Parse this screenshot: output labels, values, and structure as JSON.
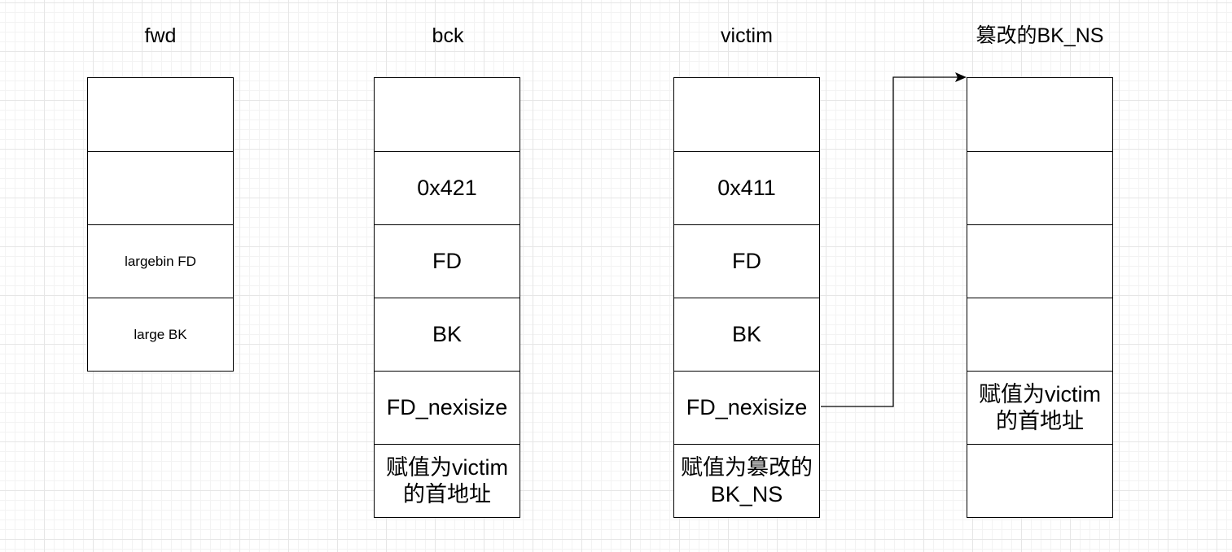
{
  "columns": [
    {
      "title": "fwd",
      "cells": [
        "",
        "",
        "largebin FD",
        "large BK"
      ]
    },
    {
      "title": "bck",
      "cells": [
        "",
        "0x421",
        "FD",
        "BK",
        "FD_nexisize",
        "赋值为victim\n的首地址"
      ]
    },
    {
      "title": "victim",
      "cells": [
        "",
        "0x411",
        "FD",
        "BK",
        "FD_nexisize",
        "赋值为篡改的\nBK_NS"
      ]
    },
    {
      "title": "篡改的BK_NS",
      "cells": [
        "",
        "",
        "",
        "",
        "赋值为victim\n的首地址",
        ""
      ]
    }
  ],
  "colors": {
    "line": "#000000",
    "grid": "#e6e6e6",
    "background": "#ffffff"
  }
}
